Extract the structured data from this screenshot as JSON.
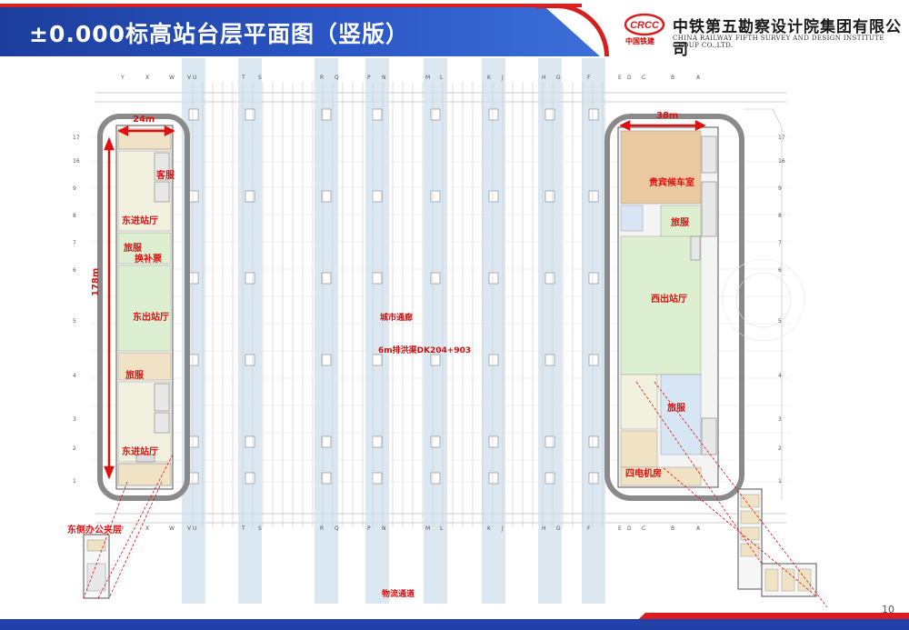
{
  "header": {
    "title": "±0.000标高站台层平面图（竖版）",
    "company_cn": "中铁第五勘察设计院集团有限公司",
    "company_en": "CHINA RAILWAY FIFTH SURVEY AND DESIGN INSTITUTE GROUP CO.,LTD.",
    "logo_text": "CRCC",
    "logo_sub": "中国铁建"
  },
  "footer": {
    "page_number": "10"
  },
  "colors": {
    "brand_blue": "#2141a8",
    "brand_red": "#d81e1e",
    "annotation_red": "#e01010",
    "platform_blue": "#cfe0ee",
    "hall_green": "#dcefd0",
    "vip_orange": "#eac9a0"
  },
  "dimensions": {
    "east_width": "24m",
    "west_width": "38m",
    "length": "178m"
  },
  "rooms": {
    "east": {
      "service": "客服",
      "entry_hall_north": "东进站厅",
      "travel_service_1": "旅服",
      "ticket_transfer": "换补票",
      "exit_hall": "东出站厅",
      "travel_service_2": "旅服",
      "entry_hall_south": "东进站厅",
      "office_mezzanine": "东侧办公夹层"
    },
    "west": {
      "vip_waiting": "贵宾候车室",
      "travel_service_1": "旅服",
      "exit_hall": "西出站厅",
      "travel_service_2": "旅服",
      "equipment_room": "四电机房"
    }
  },
  "center": {
    "corridor": "城市通廊",
    "drainage": "6m排洪渠DK204+903",
    "logistics": "物流通道"
  },
  "grid": {
    "top_axes": [
      "Y",
      "X",
      "W",
      "V",
      "U",
      "T",
      "S",
      "R",
      "Q",
      "P",
      "N",
      "M",
      "L",
      "K",
      "J",
      "H",
      "G",
      "F",
      "E",
      "D",
      "C",
      "B",
      "A"
    ],
    "side_axes": [
      "17",
      "16",
      "9",
      "8",
      "7",
      "6",
      "5",
      "4",
      "3",
      "2",
      "1"
    ]
  }
}
